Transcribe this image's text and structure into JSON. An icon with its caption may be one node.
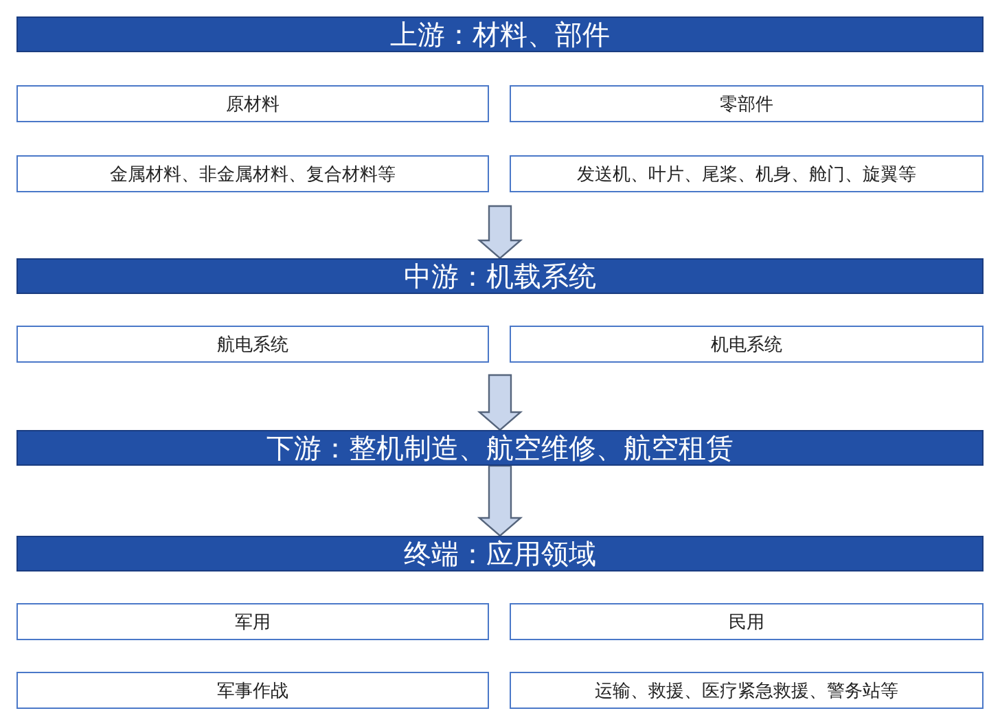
{
  "diagram": {
    "nodes": [
      {
        "text": [
          "上游：材料、部件"
        ]
      },
      {
        "text": [
          "原材料"
        ]
      },
      {
        "text": [
          "零部件"
        ]
      },
      {
        "text": [
          "金属材料、非金属材料、复合材料等"
        ]
      },
      {
        "text": [
          "发送机、叶片、尾桨、机身、舱门、旋翼等"
        ]
      },
      {
        "text": [
          "中游：机载系统"
        ]
      },
      {
        "text": [
          "航电系统"
        ]
      },
      {
        "text": [
          "机电系统"
        ]
      },
      {
        "text": [
          "下游：整机制造、航空维修、航空租赁"
        ]
      },
      {
        "text": [
          "终端：应用领域"
        ]
      },
      {
        "text": [
          "军用"
        ]
      },
      {
        "text": [
          "民用"
        ]
      },
      {
        "text": [
          "军事作战"
        ]
      },
      {
        "text": [
          "运输、救援、医疗紧急救援、警务站等"
        ]
      }
    ],
    "edges": [
      {
        "from": null,
        "to": 5,
        "arrow": "to"
      },
      {
        "from": null,
        "to": 8,
        "arrow": "to"
      },
      {
        "from": 8,
        "to": 9,
        "arrow": "to"
      }
    ]
  }
}
